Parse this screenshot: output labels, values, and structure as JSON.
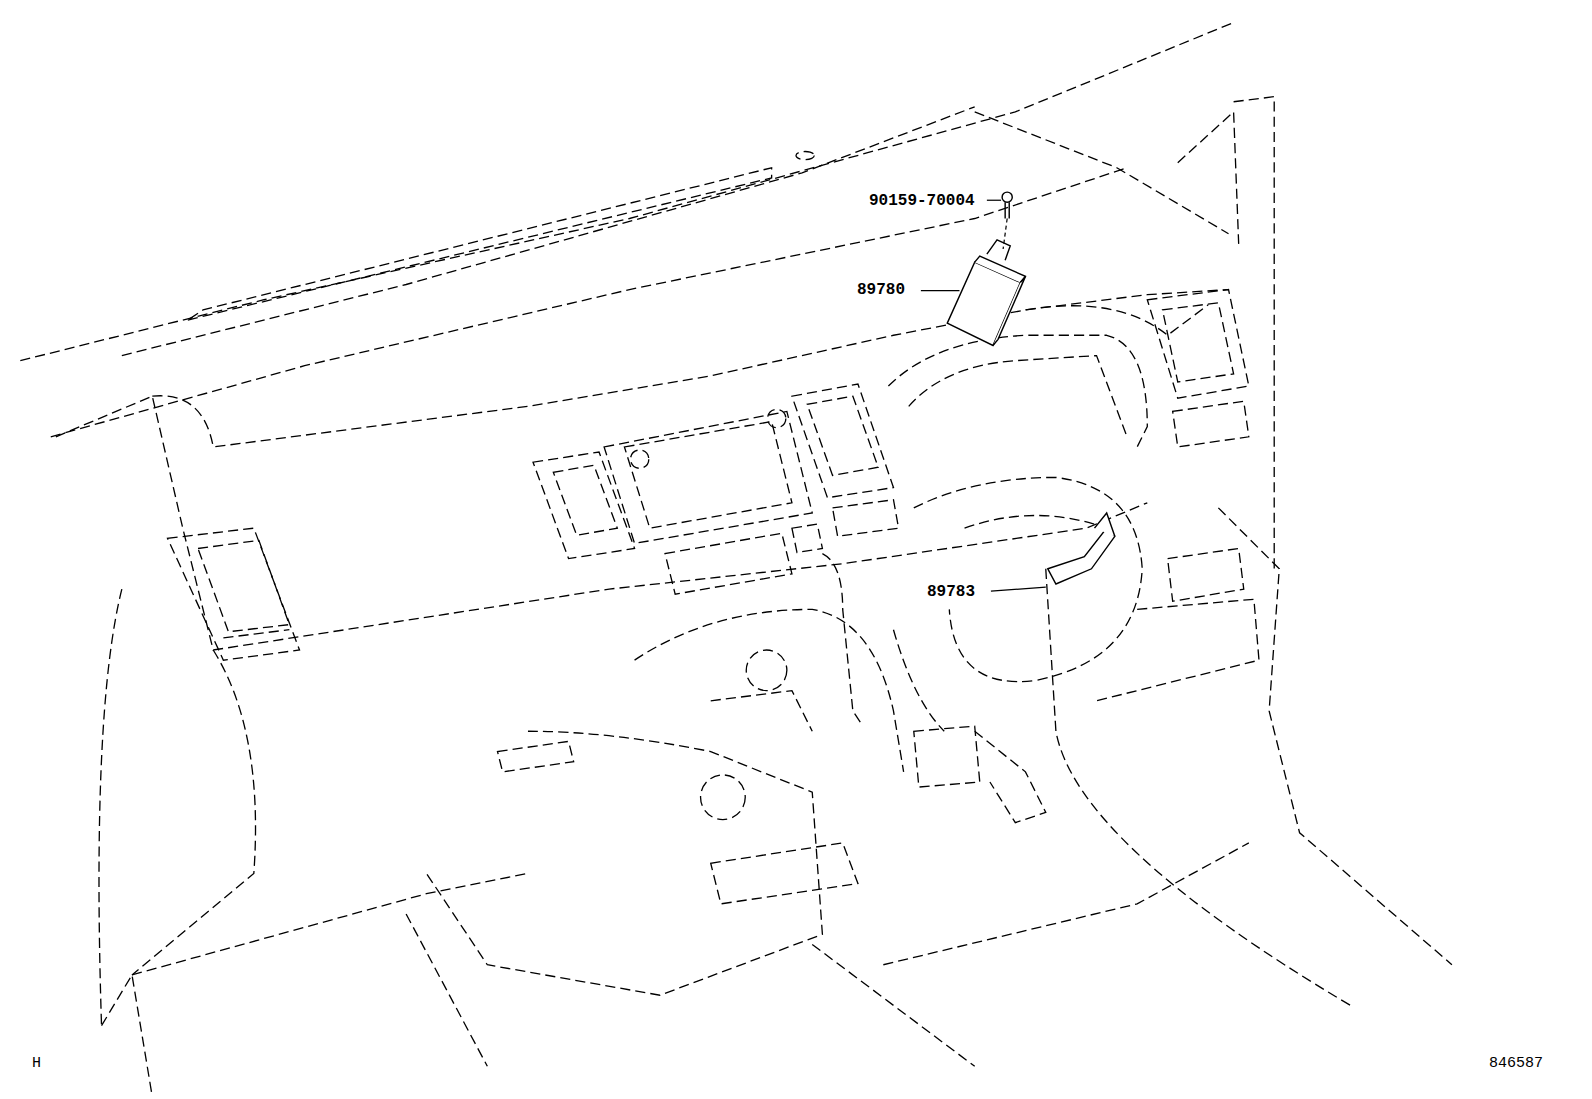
{
  "diagram": {
    "labels": [
      "90159-70004",
      "89780",
      "89783",
      "H",
      "846587"
    ]
  }
}
